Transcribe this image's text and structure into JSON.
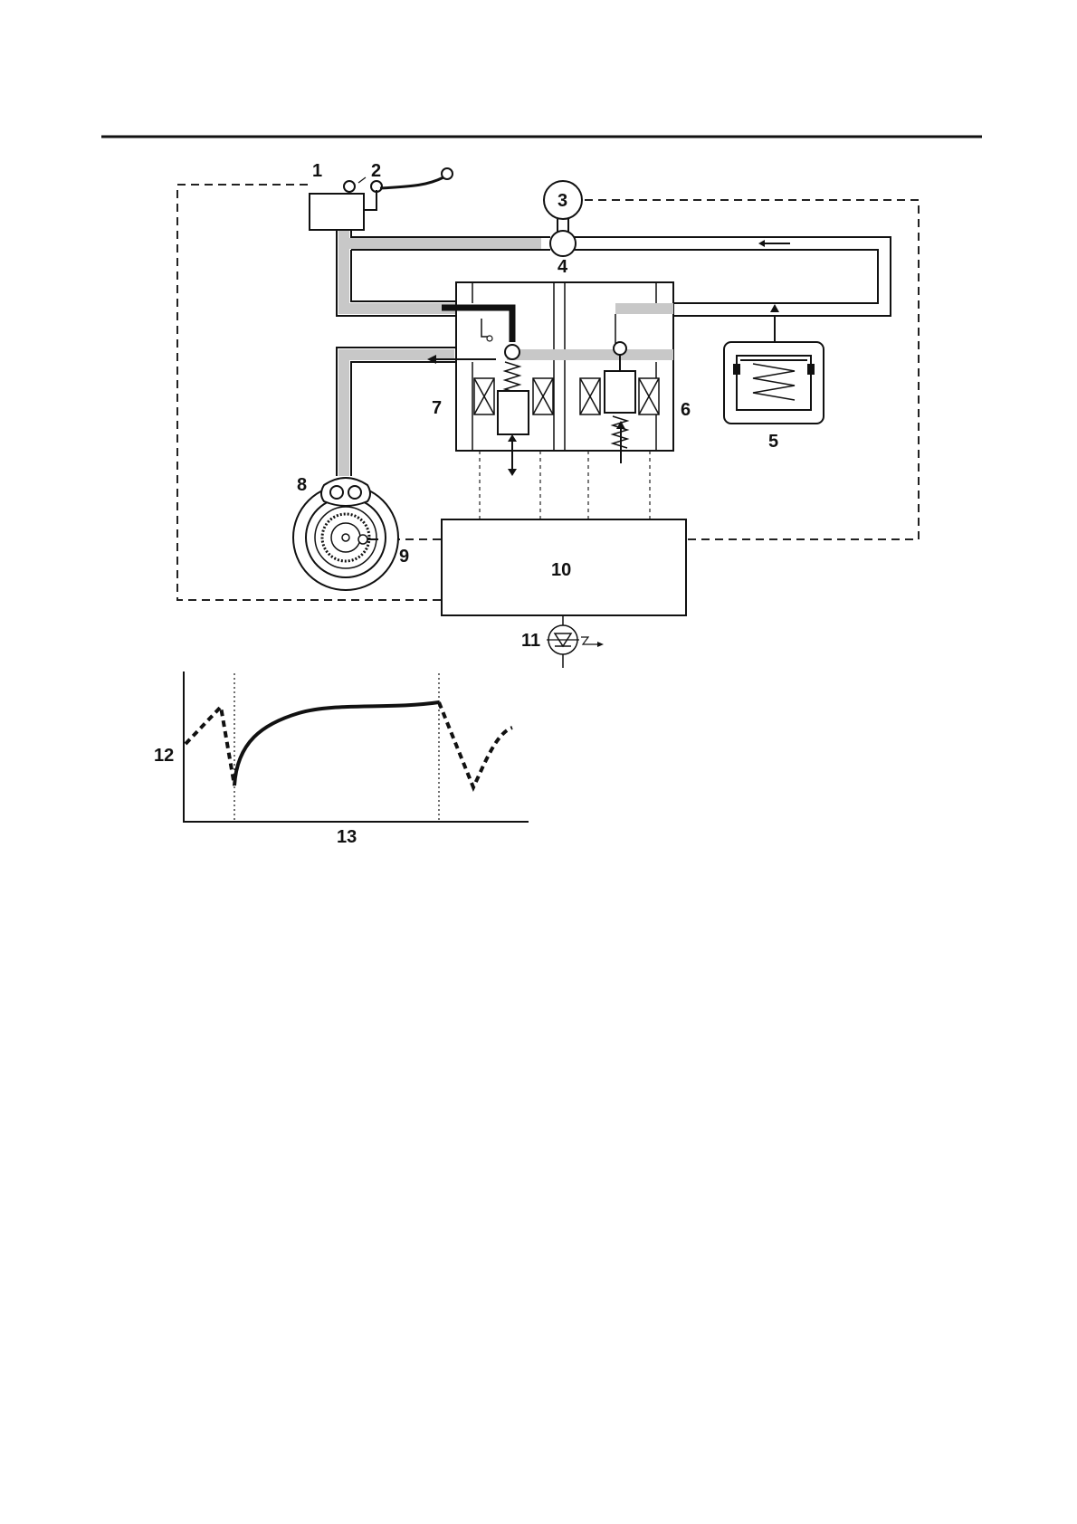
{
  "diagram": {
    "labels": {
      "l1": "1",
      "l2": "2",
      "l3": "3",
      "l4": "4",
      "l5": "5",
      "l6": "6",
      "l7": "7",
      "l8": "8",
      "l9": "9",
      "l10": "10",
      "l11": "11",
      "l12": "12",
      "l13": "13"
    }
  },
  "colors": {
    "line": "#111111",
    "pipe": "#c8c8c8",
    "background": "#ffffff"
  }
}
